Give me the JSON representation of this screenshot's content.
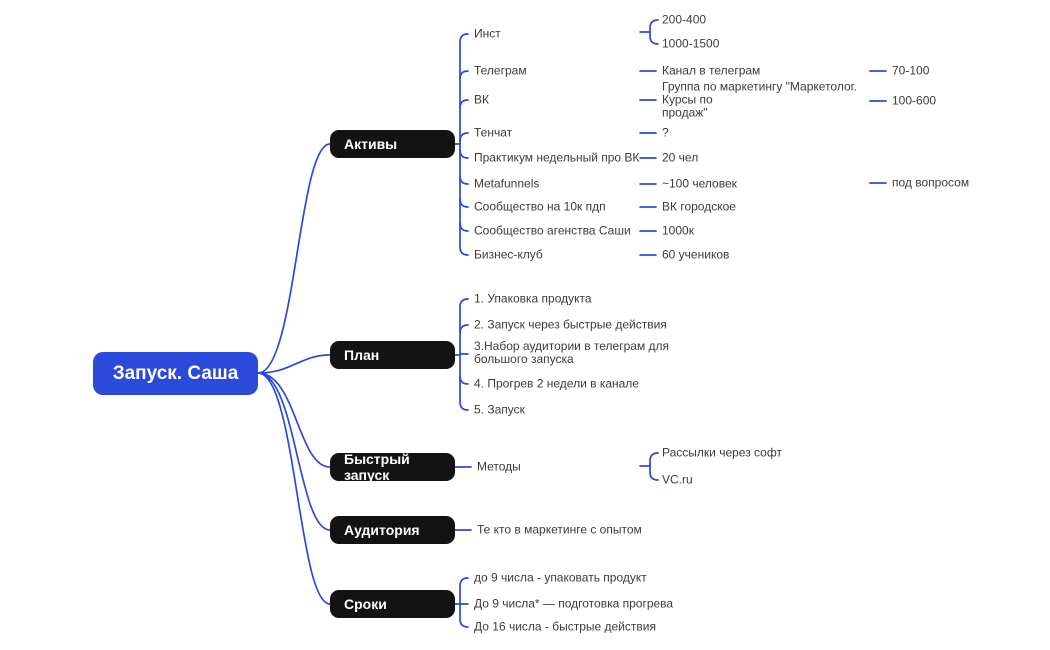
{
  "colors": {
    "accent_blue": "#2b4ad9",
    "node_black": "#131313",
    "leaf_text": "#3c3c3c",
    "background": "#ffffff"
  },
  "mindmap": {
    "root": {
      "label": "Запуск. Саша"
    },
    "branches": [
      {
        "label": "Активы",
        "children": [
          {
            "label": "Инст",
            "children": [
              {
                "label": "200-400"
              },
              {
                "label": "1000-1500"
              }
            ]
          },
          {
            "label": "Телеграм",
            "children": [
              {
                "label": "Канал в телеграм",
                "children": [
                  {
                    "label": "70-100"
                  }
                ]
              }
            ]
          },
          {
            "label": "ВК",
            "children": [
              {
                "label": "Группа по маркетингу \"Маркетолог. Курсы по\nпродаж\"",
                "children": [
                  {
                    "label": "100-600"
                  }
                ]
              }
            ]
          },
          {
            "label": "Тенчат",
            "children": [
              {
                "label": "?"
              }
            ]
          },
          {
            "label": "Практикум недельный про ВК",
            "children": [
              {
                "label": "20 чел"
              }
            ]
          },
          {
            "label": "Metafunnels",
            "children": [
              {
                "label": "~100 человек",
                "children": [
                  {
                    "label": "под вопросом"
                  }
                ]
              }
            ]
          },
          {
            "label": "Сообщество на 10к пдп",
            "children": [
              {
                "label": "ВК городское"
              }
            ]
          },
          {
            "label": "Сообщество агенства Саши",
            "children": [
              {
                "label": "1000к"
              }
            ]
          },
          {
            "label": "Бизнес-клуб",
            "children": [
              {
                "label": "60 учеников"
              }
            ]
          }
        ]
      },
      {
        "label": "План",
        "children": [
          {
            "label": "1. Упаковка продукта"
          },
          {
            "label": "2. Запуск через быстрые действия"
          },
          {
            "label": "3.Набор аудитории в телеграм для\nбольшого запуска"
          },
          {
            "label": "4. Прогрев 2 недели в канале"
          },
          {
            "label": "5. Запуск"
          }
        ]
      },
      {
        "label": "Быстрый запуск",
        "children": [
          {
            "label": "Методы",
            "children": [
              {
                "label": "Рассылки через софт"
              },
              {
                "label": "VC.ru"
              }
            ]
          }
        ]
      },
      {
        "label": "Аудитория",
        "children": [
          {
            "label": "Те кто в маркетинге с опытом"
          }
        ]
      },
      {
        "label": "Сроки",
        "children": [
          {
            "label": "до 9 числа - упаковать продукт"
          },
          {
            "label": "До 9 числа* — подготовка прогрева"
          },
          {
            "label": "До 16 числа - быстрые действия"
          }
        ]
      }
    ]
  }
}
